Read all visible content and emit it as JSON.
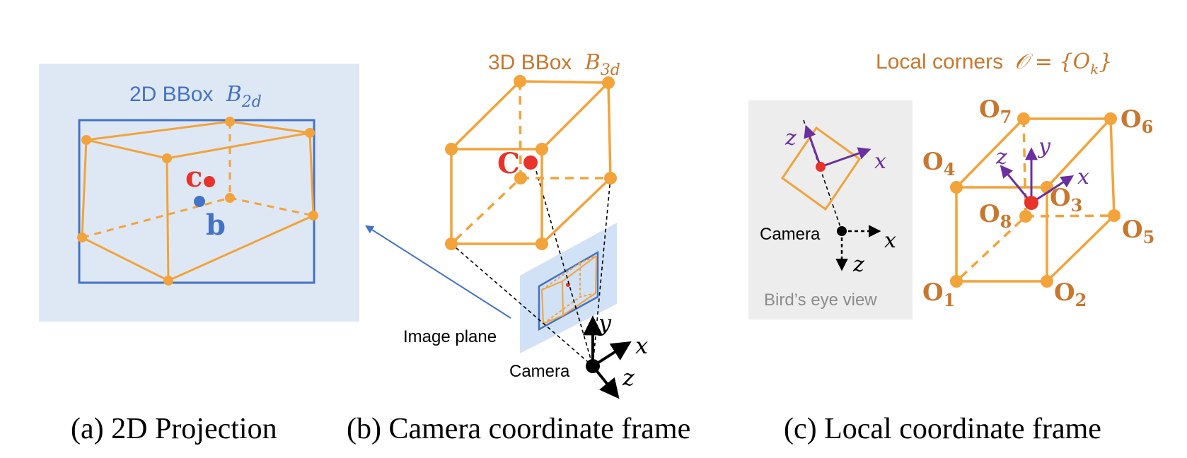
{
  "colors": {
    "box_orange": "#F2A33A",
    "label_orange": "#C8772E",
    "blue": "#4472C4",
    "light_blue_panel": "#DEE8F5",
    "red": "#E8322A",
    "purple": "#6A2FA0",
    "gray_panel": "#EDEDED",
    "gray_text": "#8C8C8C",
    "black": "#000000"
  },
  "panel_a": {
    "title_text": "2D BBox",
    "title_math": "B",
    "title_sub": "2d",
    "center_label": "c",
    "bbox_center_label": "b",
    "caption": "(a) 2D Projection"
  },
  "panel_b": {
    "title_text": "3D BBox",
    "title_math": "B",
    "title_sub": "3d",
    "center_label": "C",
    "image_plane_label": "Image plane",
    "camera_label": "Camera",
    "axis_x": "x",
    "axis_y": "y",
    "axis_z": "z",
    "caption": "(b) Camera coordinate frame"
  },
  "panel_c": {
    "title_text": "Local corners",
    "title_math": "𝒪 = {O",
    "title_sub": "k",
    "title_close": "}",
    "bev_label": "Bird’s eye view",
    "camera_label": "Camera",
    "axis_x": "x",
    "axis_y": "y",
    "axis_z": "z",
    "corners": [
      {
        "name": "O",
        "sub": "1"
      },
      {
        "name": "O",
        "sub": "2"
      },
      {
        "name": "O",
        "sub": "3"
      },
      {
        "name": "O",
        "sub": "4"
      },
      {
        "name": "O",
        "sub": "5"
      },
      {
        "name": "O",
        "sub": "6"
      },
      {
        "name": "O",
        "sub": "7"
      },
      {
        "name": "O",
        "sub": "8"
      }
    ],
    "caption": "(c) Local coordinate frame"
  }
}
